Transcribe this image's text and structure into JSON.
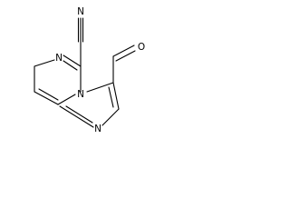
{
  "molecule": {
    "atoms": {
      "n_cyano": "N",
      "o_aldehyde": "O",
      "n_pyrimidine": "N",
      "n_bridgehead": "N",
      "n_imidazole": "N"
    },
    "colors": {
      "bond": "#000000",
      "label": "#000000",
      "background": "#ffffff"
    }
  }
}
